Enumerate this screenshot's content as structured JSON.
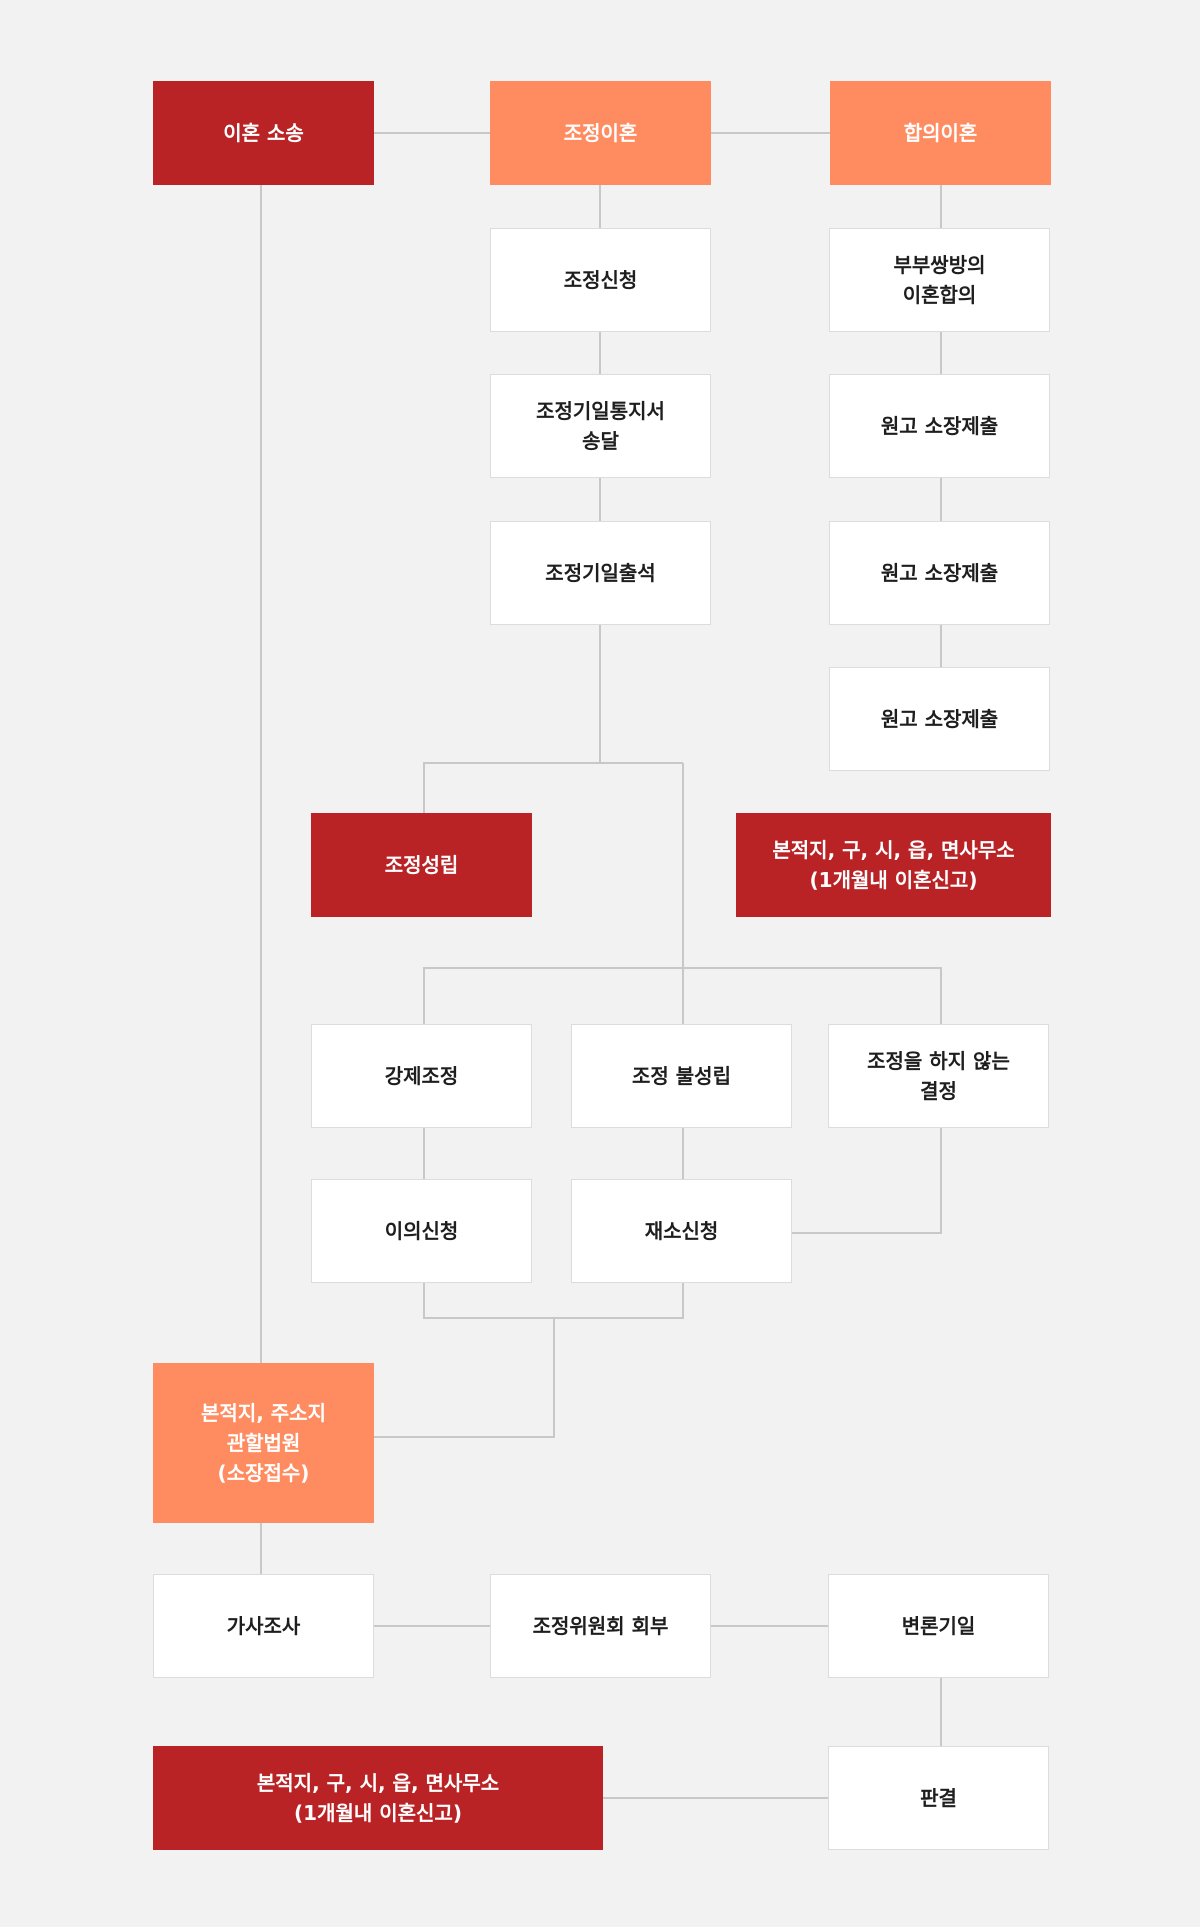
{
  "colors": {
    "background": "#f2f2f2",
    "red": "#b92326",
    "orange": "#ff8c61",
    "white": "#ffffff",
    "line": "#c8c8c8"
  },
  "nodes": {
    "litigation": "이혼 소송",
    "mediation_divorce": "조정이혼",
    "agreement_divorce": "합의이혼",
    "mediation_request": "조정신청",
    "mediation_notice": "조정기일통지서\n송달",
    "mediation_attendance": "조정기일출석",
    "mutual_agreement": "부부쌍방의\n이혼합의",
    "complaint_1": "원고 소장제출",
    "complaint_2": "원고 소장제출",
    "complaint_3": "원고 소장제출",
    "mediation_success": "조정성립",
    "office_report_1": "본적지, 구, 시, 읍, 면사무소\n(1개월내 이혼신고)",
    "forced_mediation": "강제조정",
    "mediation_failure": "조정 불성립",
    "no_mediation_decision": "조정을 하지 않는\n결정",
    "objection": "이의신청",
    "refiling": "재소신청",
    "family_court": "본적지, 주소지\n관할법원\n(소장접수)",
    "family_investigation": "가사조사",
    "committee_referral": "조정위원회 회부",
    "hearing": "변론기일",
    "office_report_2": "본적지, 구, 시, 읍, 면사무소\n(1개월내 이혼신고)",
    "judgment": "판결"
  }
}
